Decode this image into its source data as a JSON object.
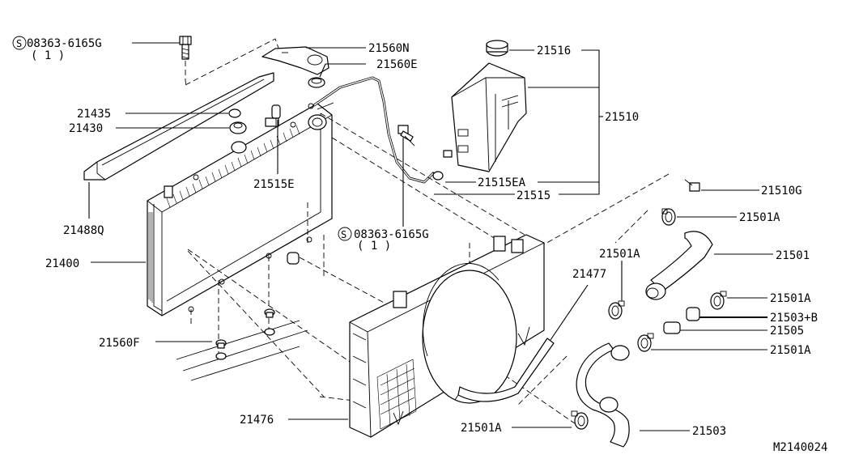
{
  "diagram_code": "M2140024",
  "callouts": {
    "screw_top": {
      "symbol": "S",
      "part": "08363-6165G",
      "qty": "( 1 )"
    },
    "screw_mid": {
      "symbol": "S",
      "part": "08363-6165G",
      "qty": "( 1 )"
    },
    "p21560N": "21560N",
    "p21560E": "21560E",
    "p21516": "21516",
    "p21510": "21510",
    "p21435": "21435",
    "p21430": "21430",
    "p21515E": "21515E",
    "p21515EA": "21515EA",
    "p21515": "21515",
    "p21510G": "21510G",
    "p21501A_r1": "21501A",
    "p21488Q": "21488Q",
    "p21501": "21501",
    "p21400": "21400",
    "p21501A_mid": "21501A",
    "p21477": "21477",
    "p21501A_r2": "21501A",
    "p21503B": "21503+B",
    "p21505": "21505",
    "p21560F": "21560F",
    "p21501A_r3": "21501A",
    "p21476": "21476",
    "p21501A_bot": "21501A",
    "p21503": "21503"
  }
}
